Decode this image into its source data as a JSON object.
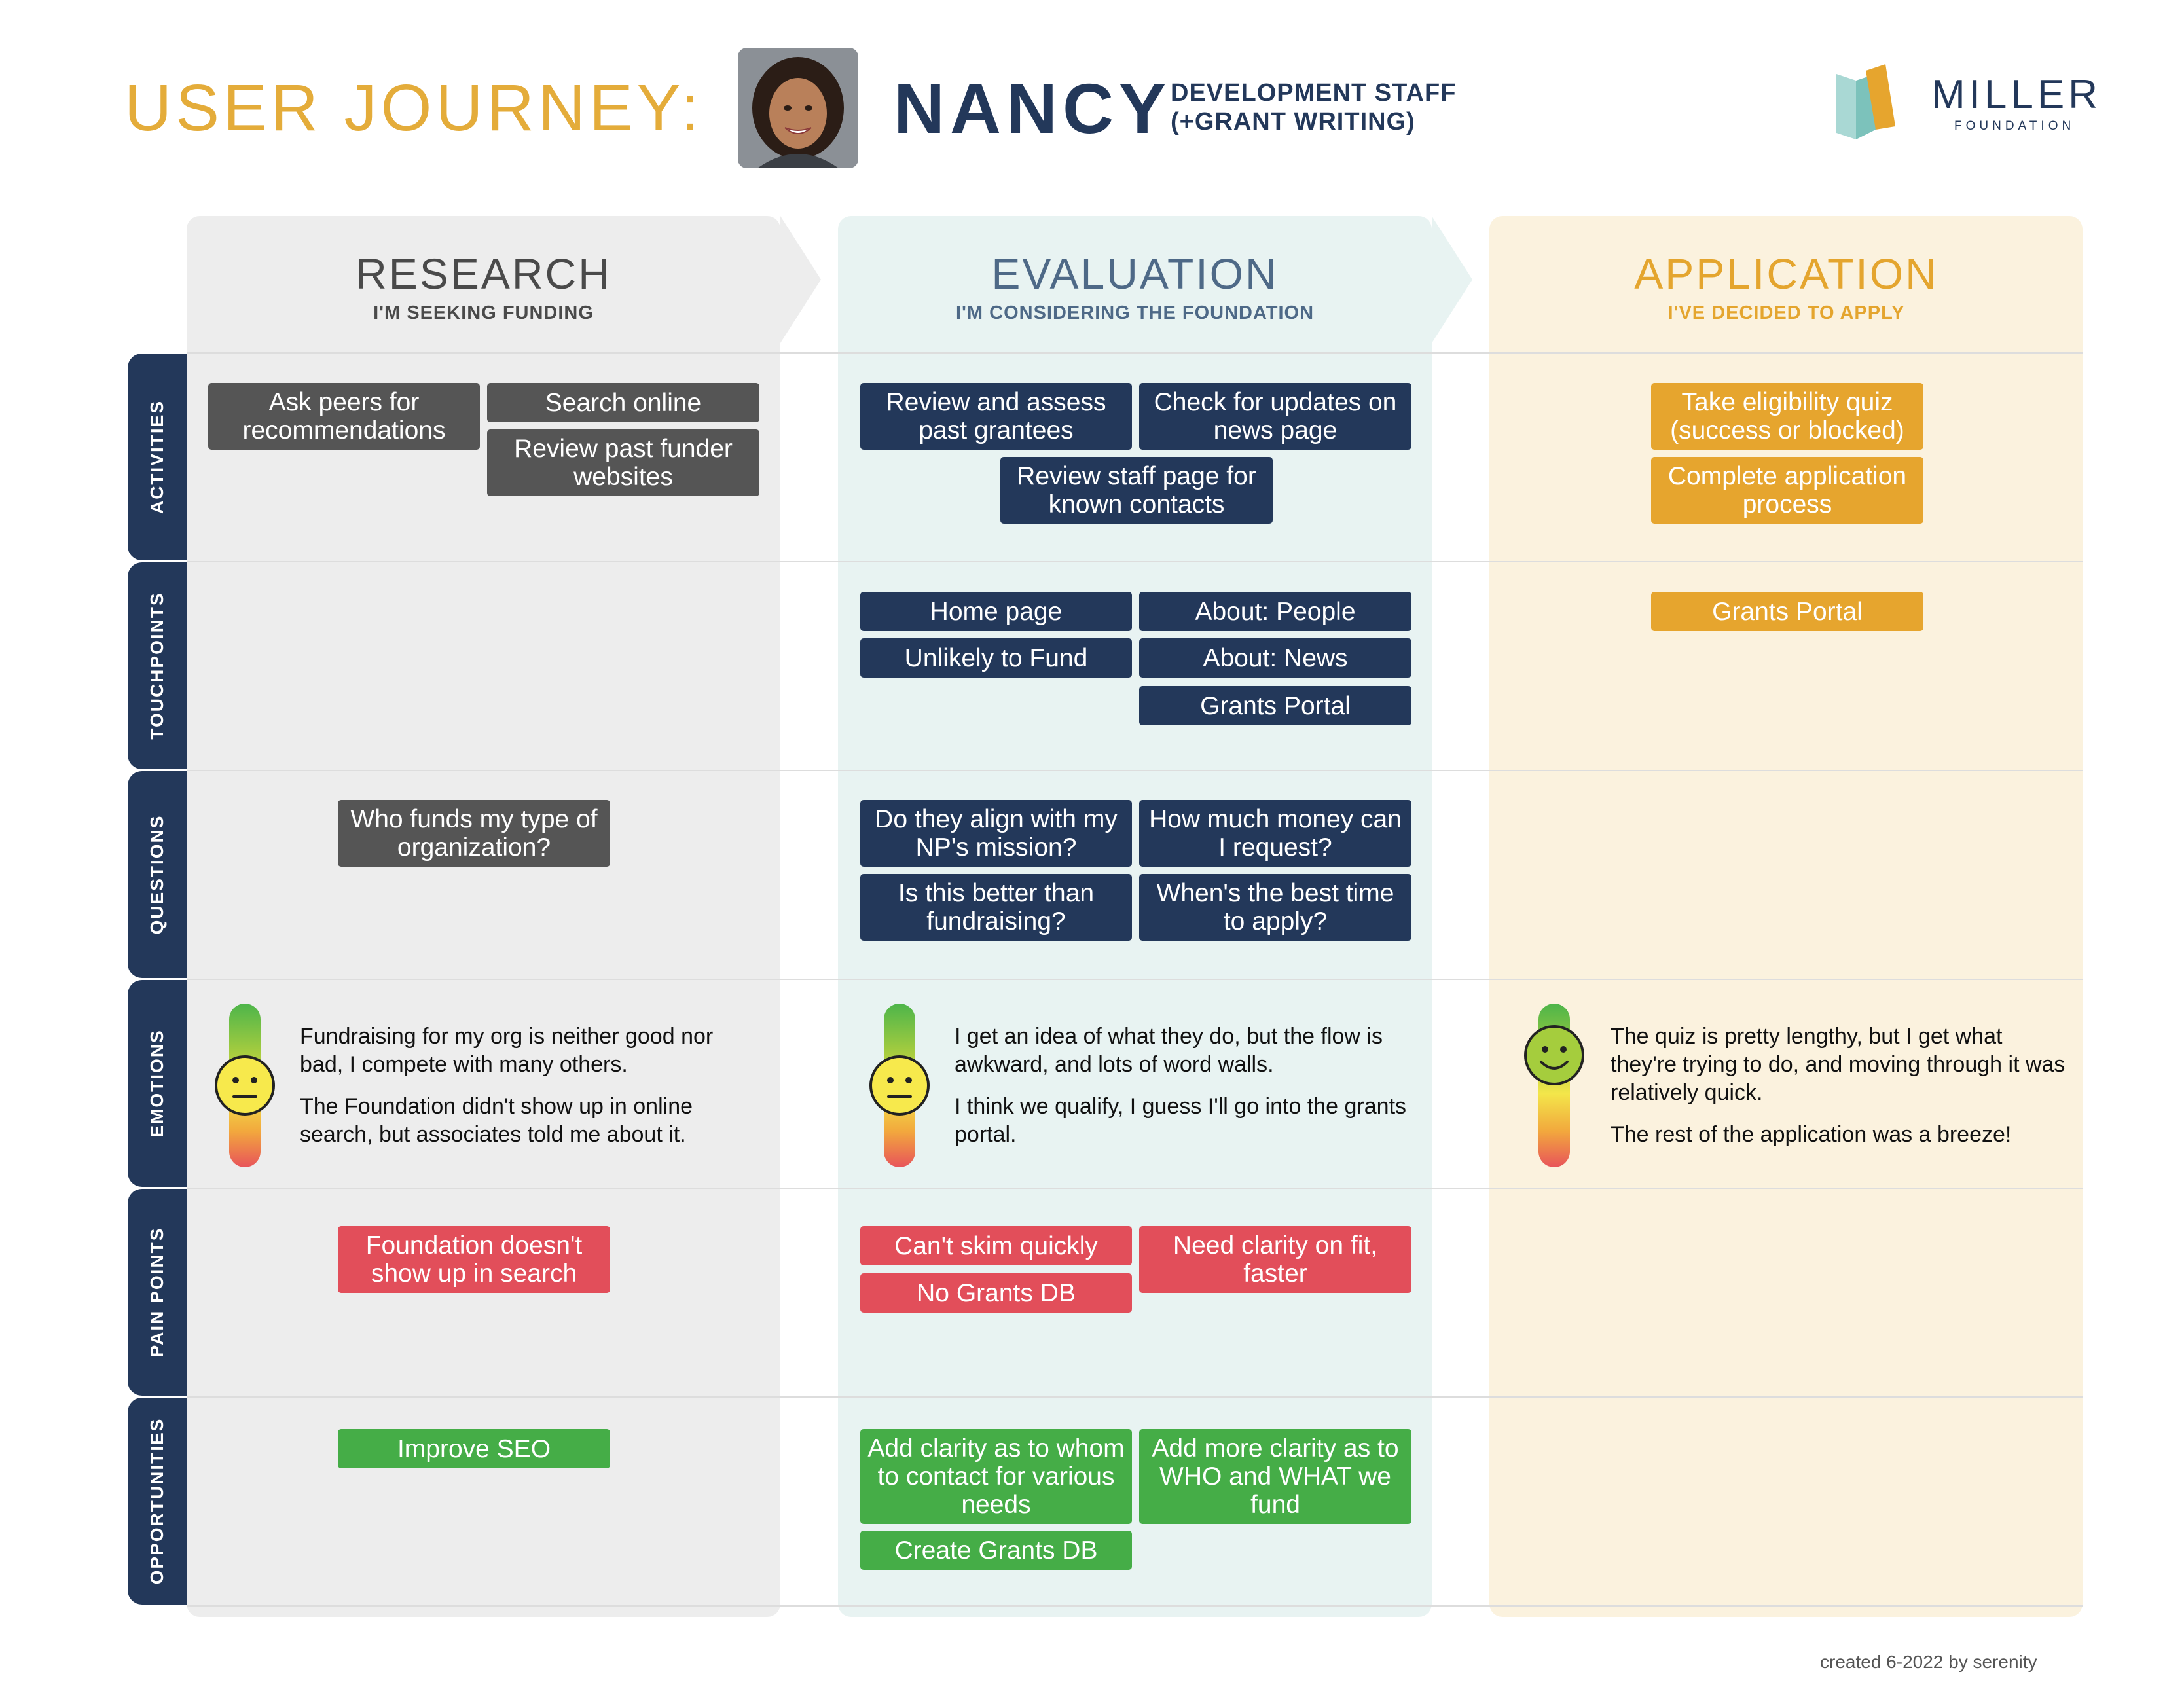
{
  "header": {
    "title": "USER JOURNEY:",
    "persona_name": "NANCY",
    "persona_role_line1": "DEVELOPMENT STAFF",
    "persona_role_line2": "(+GRANT WRITING)",
    "brand_name": "MILLER",
    "brand_sub": "FOUNDATION"
  },
  "colors": {
    "title_gold": "#e4ac3a",
    "navy": "#23385a",
    "gray_chip": "#555555",
    "gold_chip": "#e6a52e",
    "red_chip": "#e24e5a",
    "green_chip": "#45ad47",
    "research_bg": "#ededed",
    "evaluation_bg": "#e8f3f2",
    "application_bg": "#fbf2de"
  },
  "stages": [
    {
      "title": "RESEARCH",
      "subtitle": "I'M SEEKING FUNDING"
    },
    {
      "title": "EVALUATION",
      "subtitle": "I'M CONSIDERING THE FOUNDATION"
    },
    {
      "title": "APPLICATION",
      "subtitle": "I'VE DECIDED TO APPLY"
    }
  ],
  "rows": [
    "ACTIVITIES",
    "TOUCHPOINTS",
    "QUESTIONS",
    "EMOTIONS",
    "PAIN POINTS",
    "OPPORTUNITIES"
  ],
  "activities": {
    "research": [
      "Ask peers for recommendations",
      "Search online",
      "Review past funder websites"
    ],
    "evaluation": [
      "Review and assess past grantees",
      "Check for updates on news page",
      "Review staff page for known contacts"
    ],
    "application": [
      "Take eligibility quiz (success or blocked)",
      "Complete application process"
    ]
  },
  "touchpoints": {
    "evaluation": [
      "Home page",
      "About: People",
      "Unlikely to Fund",
      "About: News",
      "Grants Portal"
    ],
    "application": [
      "Grants Portal"
    ]
  },
  "questions": {
    "research": [
      "Who funds my type of organization?"
    ],
    "evaluation": [
      "Do they align with my NP's mission?",
      "How much money can I request?",
      "Is this better than fundraising?",
      "When's the best time to apply?"
    ]
  },
  "emotions": {
    "research": {
      "mood": "neutral",
      "lines": [
        "Fundraising for my org is neither good nor bad, I compete with many others.",
        "The Foundation didn't show up in online search, but associates told me about it."
      ]
    },
    "evaluation": {
      "mood": "neutral",
      "lines": [
        "I get an idea of what they do, but the flow is awkward, and lots of word walls.",
        "I think we qualify, I guess I'll go into the grants portal."
      ]
    },
    "application": {
      "mood": "happy",
      "lines": [
        "The quiz is pretty lengthy, but I get what they're trying to do, and moving through it was relatively quick.",
        "The rest of the application was a breeze!"
      ]
    }
  },
  "pain_points": {
    "research": [
      "Foundation doesn't show up in search"
    ],
    "evaluation": [
      "Can't skim quickly",
      "Need clarity on fit, faster",
      "No Grants DB"
    ]
  },
  "opportunities": {
    "research": [
      "Improve SEO"
    ],
    "evaluation": [
      "Add clarity as to whom to contact for various needs",
      "Add more clarity as to WHO and WHAT we fund",
      "Create Grants DB"
    ]
  },
  "footer": {
    "credit": "created 6-2022 by serenity"
  }
}
